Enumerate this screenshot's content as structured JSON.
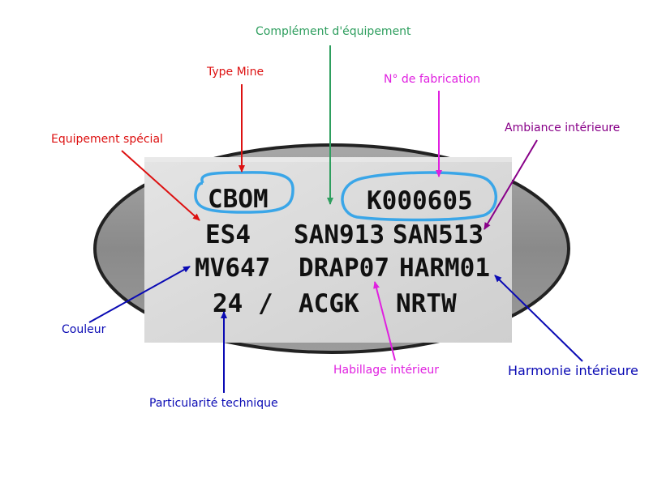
{
  "plate": {
    "codes": {
      "type_mine": "CBOM",
      "serial": "K000605",
      "equipement_special": "ES4",
      "complement_1": "SAN913",
      "complement_2": "SAN513",
      "couleur": "MV647",
      "habillage": "DRAP07",
      "harmonie": "HARM01",
      "particularite": "24 /",
      "code_acgk": "ACGK",
      "code_nrtw": "NRTW"
    }
  },
  "labels": {
    "complement": "Complément d'équipement",
    "type_mine": "Type Mine",
    "fabrication": "N° de fabrication",
    "equipement_special": "Equipement spécial",
    "ambiance": "Ambiance intérieure",
    "couleur": "Couleur",
    "habillage": "Habillage intérieur",
    "harmonie": "Harmonie intérieure",
    "particularite": "Particularité technique"
  },
  "colors": {
    "red": "#dd1111",
    "green": "#2e9e5e",
    "magenta": "#e020e0",
    "purple": "#880088",
    "blue": "#0a0ab4",
    "highlight": "#3aa6e8",
    "plate_rim": "#8a8a8a",
    "plate_face": "#d8d8d8"
  }
}
